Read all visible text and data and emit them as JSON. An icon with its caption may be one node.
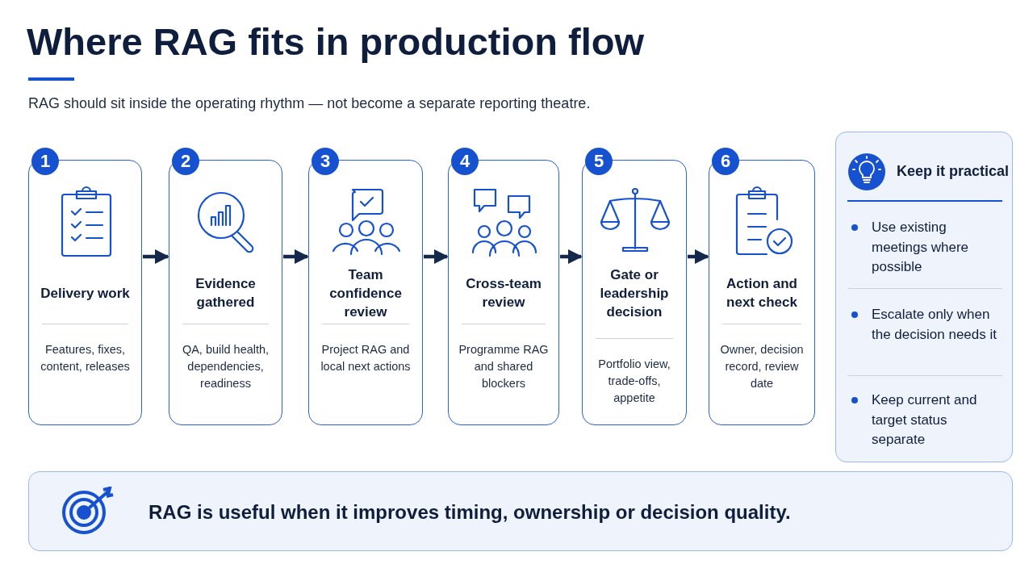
{
  "diagram": {
    "title": "Where RAG fits in production flow",
    "nodes": [
      {
        "text": [
          "1",
          "Delivery work",
          "Features, fixes, content, releases"
        ]
      },
      {
        "text": [
          "2",
          "Evidence gathered",
          "QA, build health, dependencies, readiness"
        ]
      },
      {
        "text": [
          "3",
          "Team confidence review",
          "Project RAG and local next actions"
        ]
      },
      {
        "text": [
          "4",
          "Cross-team review",
          "Programme RAG and shared blockers"
        ]
      },
      {
        "text": [
          "5",
          "Gate or leadership decision",
          "Portfolio view, trade-offs, appetite"
        ]
      },
      {
        "text": [
          "6",
          "Action and next check",
          "Owner, decision record, review date"
        ]
      },
      {
        "text": [
          "Keep it practical",
          "Use existing meetings where possible",
          "Escalate only when the decision needs it",
          "Keep current and target status separate"
        ]
      },
      {
        "text": [
          "RAG is useful when it improves timing, ownership or decision quality."
        ]
      }
    ],
    "edges": [
      {
        "from": 0,
        "to": 1,
        "arrow": "to"
      },
      {
        "from": 1,
        "to": 2,
        "arrow": "to"
      },
      {
        "from": 2,
        "to": 3,
        "arrow": "to"
      },
      {
        "from": 3,
        "to": 4,
        "arrow": "to"
      },
      {
        "from": 4,
        "to": 5,
        "arrow": "to"
      }
    ],
    "labels": [
      "RAG should sit inside the operating rhythm — not become a separate reporting theatre."
    ]
  }
}
